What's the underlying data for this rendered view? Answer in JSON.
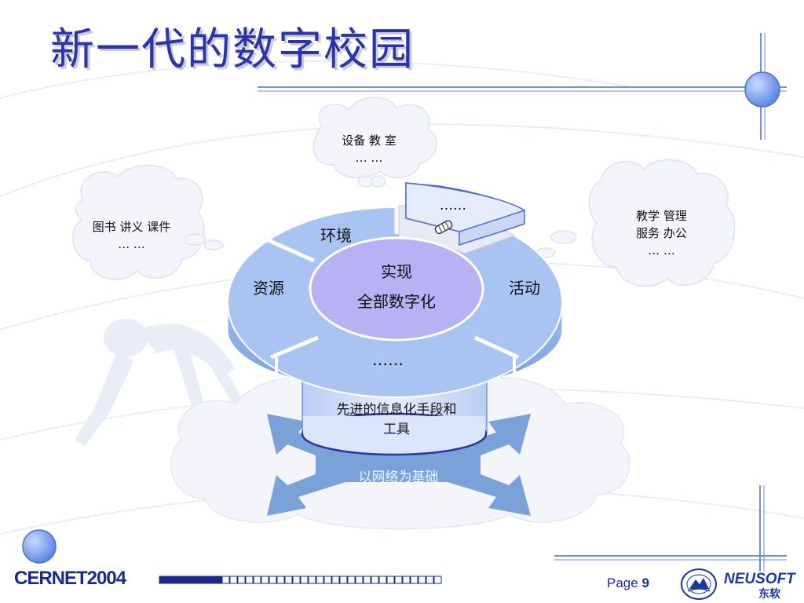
{
  "title": "新一代的数字校园",
  "clouds": {
    "top": {
      "line1": "设备  教 室",
      "line2": "… …"
    },
    "left": {
      "line1": "图书  讲义  课件",
      "line2": "… …"
    },
    "right": {
      "line1": "教学    管理",
      "line2": "服务    办公",
      "line3": "… …"
    }
  },
  "ring": {
    "segments": [
      "环境",
      "资源",
      "活动",
      "……"
    ],
    "lifted_segment": "……",
    "center_line1": "实现",
    "center_line2": "全部数字化"
  },
  "pillar_label": "先进的信息化手段和工具",
  "pillar_line1": "先进的信息化手段和",
  "pillar_line2": "工具",
  "base_label": "以网络为基础",
  "footer": {
    "left_text": "CERNET2004",
    "page_label": "Page",
    "page_number": "9",
    "brand_name": "NEUSOFT",
    "brand_cn": "东软"
  },
  "colors": {
    "title": "#2b35a8",
    "ring_light": "#a9c4f2",
    "ring_mid": "#8fb2ea",
    "center": "#b7b2f4",
    "arrow": "#7aa2d8",
    "cloud": "#f3f5fb",
    "accent_line": "#6f8fe0"
  },
  "progress": {
    "filled": 8,
    "total": 36
  }
}
